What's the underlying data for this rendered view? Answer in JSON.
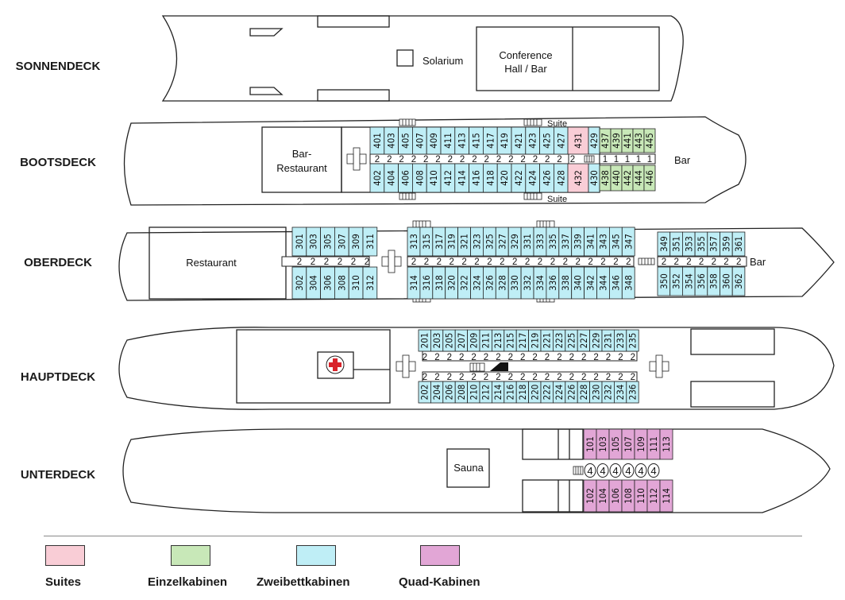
{
  "decks": [
    {
      "key": "sonnendeck",
      "label": "SONNENDECK"
    },
    {
      "key": "bootsdeck",
      "label": "BOOTSDECK"
    },
    {
      "key": "oberdeck",
      "label": "OBERDECK"
    },
    {
      "key": "hauptdeck",
      "label": "HAUPTDECK"
    },
    {
      "key": "unterdeck",
      "label": "UNTERDECK"
    }
  ],
  "rooms": {
    "solarium": "Solarium",
    "conference_line1": "Conference",
    "conference_line2": "Hall / Bar",
    "bar_restaurant_line1": "Bar-",
    "bar_restaurant_line2": "Restaurant",
    "bootsdeck_bar": "Bar",
    "suite_top": "Suite",
    "suite_bottom": "Suite",
    "restaurant": "Restaurant",
    "oberdeck_bar": "Bar",
    "sauna": "Sauna"
  },
  "cabins": {
    "bootsdeck": {
      "twin_top": [
        "401",
        "403",
        "405",
        "407",
        "409",
        "411",
        "413",
        "415",
        "417",
        "419",
        "421",
        "423",
        "425",
        "427"
      ],
      "twin_bottom": [
        "402",
        "404",
        "406",
        "408",
        "410",
        "412",
        "414",
        "416",
        "418",
        "420",
        "422",
        "424",
        "426",
        "428"
      ],
      "suite_top": [
        "431"
      ],
      "suite_bottom": [
        "432"
      ],
      "twin_extra_top": [
        "429"
      ],
      "twin_extra_bottom": [
        "430"
      ],
      "single_top": [
        "437",
        "439",
        "441",
        "443",
        "445"
      ],
      "single_bottom": [
        "438",
        "440",
        "442",
        "444",
        "446"
      ],
      "berth_row": [
        "2",
        "2",
        "2",
        "2",
        "2",
        "2",
        "2",
        "2",
        "2",
        "2",
        "2",
        "2",
        "2",
        "2",
        "2",
        "2"
      ],
      "berth_suite": "2",
      "berth_single": [
        "1",
        "1",
        "1",
        "1",
        "1"
      ]
    },
    "oberdeck": {
      "aft_top": [
        "301",
        "303",
        "305",
        "307",
        "309",
        "311"
      ],
      "aft_bottom": [
        "302",
        "304",
        "306",
        "308",
        "310",
        "312"
      ],
      "mid_top": [
        "313",
        "315",
        "317",
        "319",
        "321",
        "323",
        "325",
        "327",
        "329",
        "331",
        "333",
        "335",
        "337",
        "339",
        "341",
        "343",
        "345",
        "347"
      ],
      "mid_bottom": [
        "314",
        "316",
        "318",
        "320",
        "322",
        "324",
        "326",
        "328",
        "330",
        "332",
        "334",
        "336",
        "338",
        "340",
        "342",
        "344",
        "346",
        "348"
      ],
      "fore_top": [
        "349",
        "351",
        "353",
        "355",
        "357",
        "359",
        "361"
      ],
      "fore_bottom": [
        "350",
        "352",
        "354",
        "356",
        "358",
        "360",
        "362"
      ],
      "berth_aft": [
        "2",
        "2",
        "2",
        "2",
        "2",
        "2"
      ],
      "berth_mid": [
        "2",
        "2",
        "2",
        "2",
        "2",
        "2",
        "2",
        "2",
        "2",
        "2",
        "2",
        "2",
        "2",
        "2",
        "2",
        "2",
        "2",
        "2"
      ],
      "berth_fore": [
        "2",
        "2",
        "2",
        "2",
        "2",
        "2",
        "2"
      ]
    },
    "hauptdeck": {
      "top": [
        "201",
        "203",
        "205",
        "207",
        "209",
        "211",
        "213",
        "215",
        "217",
        "219",
        "221",
        "223",
        "225",
        "227",
        "229",
        "231",
        "233",
        "235"
      ],
      "bottom": [
        "202",
        "204",
        "206",
        "208",
        "210",
        "212",
        "214",
        "216",
        "218",
        "220",
        "222",
        "224",
        "226",
        "228",
        "230",
        "232",
        "234",
        "236"
      ],
      "berth_top": [
        "2",
        "2",
        "2",
        "2",
        "2",
        "2",
        "2",
        "2",
        "2",
        "2",
        "2",
        "2",
        "2",
        "2",
        "2",
        "2",
        "2",
        "2"
      ],
      "berth_bottom": [
        "2",
        "2",
        "2",
        "2",
        "2",
        "2",
        "2",
        "2",
        "2",
        "2",
        "2",
        "2",
        "2",
        "2",
        "2",
        "2",
        "2",
        "2"
      ]
    },
    "unterdeck": {
      "top": [
        "101",
        "103",
        "105",
        "107",
        "109",
        "111",
        "113"
      ],
      "bottom": [
        "102",
        "104",
        "106",
        "108",
        "110",
        "112",
        "114"
      ],
      "berth": [
        "4",
        "4",
        "4",
        "4",
        "4",
        "4"
      ]
    }
  },
  "legend": [
    {
      "key": "suites",
      "label": "Suites",
      "color": "#f9cdd6"
    },
    {
      "key": "einzel",
      "label": "Einzelkabinen",
      "color": "#c8e8b8"
    },
    {
      "key": "zweibett",
      "label": "Zweibettkabinen",
      "color": "#bfeef6"
    },
    {
      "key": "quad",
      "label": "Quad-Kabinen",
      "color": "#e2a6d6"
    }
  ],
  "colors": {
    "suite": "#f9cdd6",
    "single": "#c8e8b8",
    "twin": "#bfeef6",
    "quad": "#e2a6d6",
    "red_cross": "#d8232a"
  }
}
